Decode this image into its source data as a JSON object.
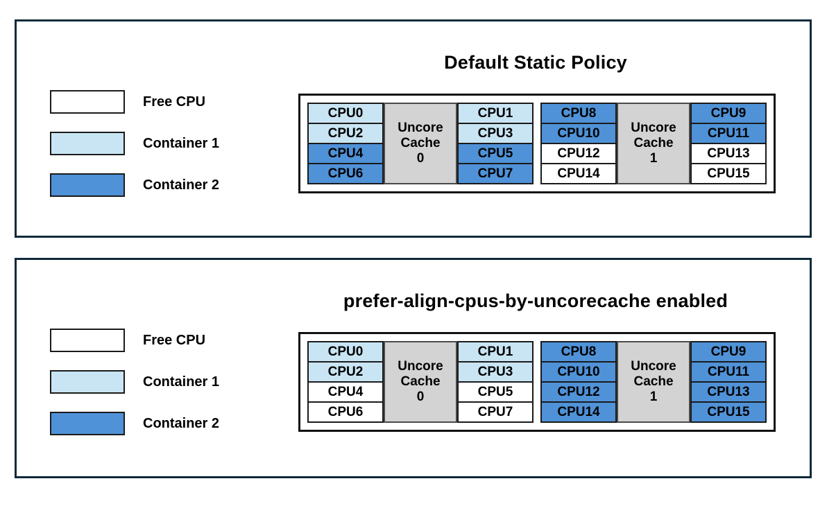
{
  "colors": {
    "panel_border": "#0e2a3a",
    "diagram_border": "#111111",
    "cell_border": "#1a1a1a",
    "free_cpu": "#ffffff",
    "container1": "#c9e5f4",
    "container2": "#4f92d7",
    "uncore_cache_bg": "#d3d3d3",
    "text": "#000000"
  },
  "legend": {
    "items": [
      {
        "label": "Free CPU",
        "color_key": "free_cpu"
      },
      {
        "label": "Container 1",
        "color_key": "container1"
      },
      {
        "label": "Container 2",
        "color_key": "container2"
      }
    ]
  },
  "panels": [
    {
      "title": "Default Static Policy",
      "caches": [
        {
          "label": "Uncore Cache 0",
          "label_lines": [
            "Uncore",
            "Cache",
            "0"
          ],
          "left_cpus": [
            {
              "label": "CPU0",
              "state": "container1"
            },
            {
              "label": "CPU2",
              "state": "container1"
            },
            {
              "label": "CPU4",
              "state": "container2"
            },
            {
              "label": "CPU6",
              "state": "container2"
            }
          ],
          "right_cpus": [
            {
              "label": "CPU1",
              "state": "container1"
            },
            {
              "label": "CPU3",
              "state": "container1"
            },
            {
              "label": "CPU5",
              "state": "container2"
            },
            {
              "label": "CPU7",
              "state": "container2"
            }
          ]
        },
        {
          "label": "Uncore Cache 1",
          "label_lines": [
            "Uncore",
            "Cache",
            "1"
          ],
          "left_cpus": [
            {
              "label": "CPU8",
              "state": "container2"
            },
            {
              "label": "CPU10",
              "state": "container2"
            },
            {
              "label": "CPU12",
              "state": "free_cpu"
            },
            {
              "label": "CPU14",
              "state": "free_cpu"
            }
          ],
          "right_cpus": [
            {
              "label": "CPU9",
              "state": "container2"
            },
            {
              "label": "CPU11",
              "state": "container2"
            },
            {
              "label": "CPU13",
              "state": "free_cpu"
            },
            {
              "label": "CPU15",
              "state": "free_cpu"
            }
          ]
        }
      ]
    },
    {
      "title": "prefer-align-cpus-by-uncorecache enabled",
      "caches": [
        {
          "label": "Uncore Cache 0",
          "label_lines": [
            "Uncore",
            "Cache",
            "0"
          ],
          "left_cpus": [
            {
              "label": "CPU0",
              "state": "container1"
            },
            {
              "label": "CPU2",
              "state": "container1"
            },
            {
              "label": "CPU4",
              "state": "free_cpu"
            },
            {
              "label": "CPU6",
              "state": "free_cpu"
            }
          ],
          "right_cpus": [
            {
              "label": "CPU1",
              "state": "container1"
            },
            {
              "label": "CPU3",
              "state": "container1"
            },
            {
              "label": "CPU5",
              "state": "free_cpu"
            },
            {
              "label": "CPU7",
              "state": "free_cpu"
            }
          ]
        },
        {
          "label": "Uncore Cache 1",
          "label_lines": [
            "Uncore",
            "Cache",
            "1"
          ],
          "left_cpus": [
            {
              "label": "CPU8",
              "state": "container2"
            },
            {
              "label": "CPU10",
              "state": "container2"
            },
            {
              "label": "CPU12",
              "state": "container2"
            },
            {
              "label": "CPU14",
              "state": "container2"
            }
          ],
          "right_cpus": [
            {
              "label": "CPU9",
              "state": "container2"
            },
            {
              "label": "CPU11",
              "state": "container2"
            },
            {
              "label": "CPU13",
              "state": "container2"
            },
            {
              "label": "CPU15",
              "state": "container2"
            }
          ]
        }
      ]
    }
  ]
}
